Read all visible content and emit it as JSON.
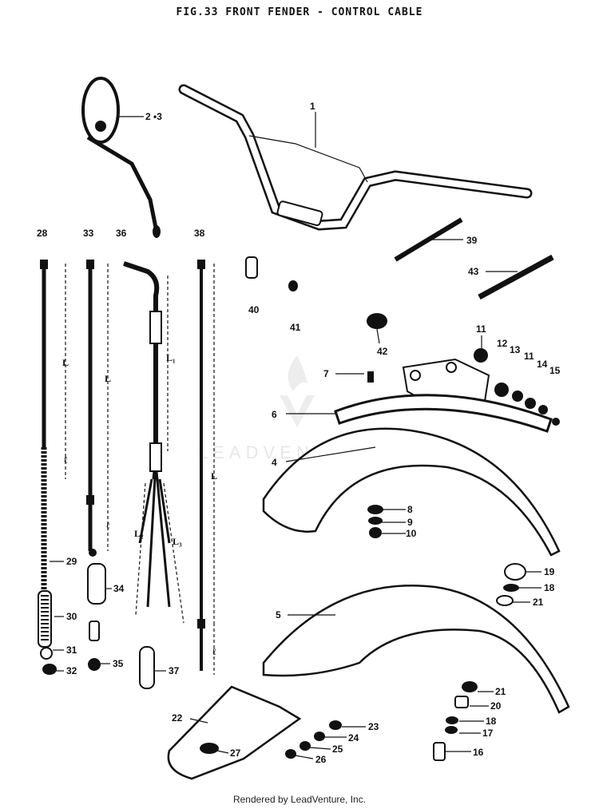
{
  "title": "FIG.33  FRONT FENDER - CONTROL CABLE",
  "footer": "Rendered by LeadVenture, Inc.",
  "watermark": "LEADVENTURE",
  "callouts": {
    "c1": "1",
    "c23": "2 •3",
    "c39": "39",
    "c43": "43",
    "c28": "28",
    "c33": "33",
    "c36": "36",
    "c38": "38",
    "c40": "40",
    "c41": "41",
    "c42": "42",
    "c11a": "11",
    "c12": "12",
    "c13": "13",
    "c11b": "11",
    "c14": "14",
    "c15": "15",
    "c7": "7",
    "c6": "6",
    "c4": "4",
    "c8": "8",
    "c9": "9",
    "c10": "10",
    "c29": "29",
    "c30": "30",
    "c31": "31",
    "c32": "32",
    "c34": "34",
    "c35": "35",
    "c37": "37",
    "c19": "19",
    "c18a": "18",
    "c21a": "21",
    "c5": "5",
    "c21b": "21",
    "c20": "20",
    "c18b": "18",
    "c17": "17",
    "c16": "16",
    "c22": "22",
    "c27": "27",
    "c23b": "23",
    "c24": "24",
    "c25": "25",
    "c26": "26"
  },
  "dimensions": {
    "L_28": "L",
    "l_28": "ℓ",
    "L_33": "L",
    "l_33": "ℓ",
    "L1_36": "L₁",
    "L2_36": "L₂",
    "L3_36": "L₃",
    "L_38": "L",
    "l_38": "ℓ"
  }
}
